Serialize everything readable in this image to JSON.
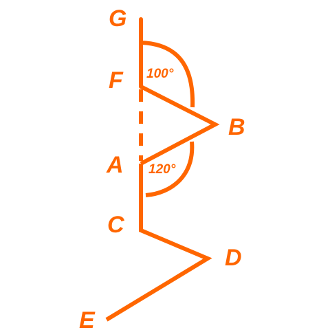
{
  "colors": {
    "stroke": "#ff6600",
    "background": "#ffffff"
  },
  "points": {
    "G": "G",
    "F": "F",
    "B": "B",
    "A": "A",
    "C": "C",
    "D": "D",
    "E": "E"
  },
  "angles": {
    "GFB": "100°",
    "BAC": "120°"
  }
}
